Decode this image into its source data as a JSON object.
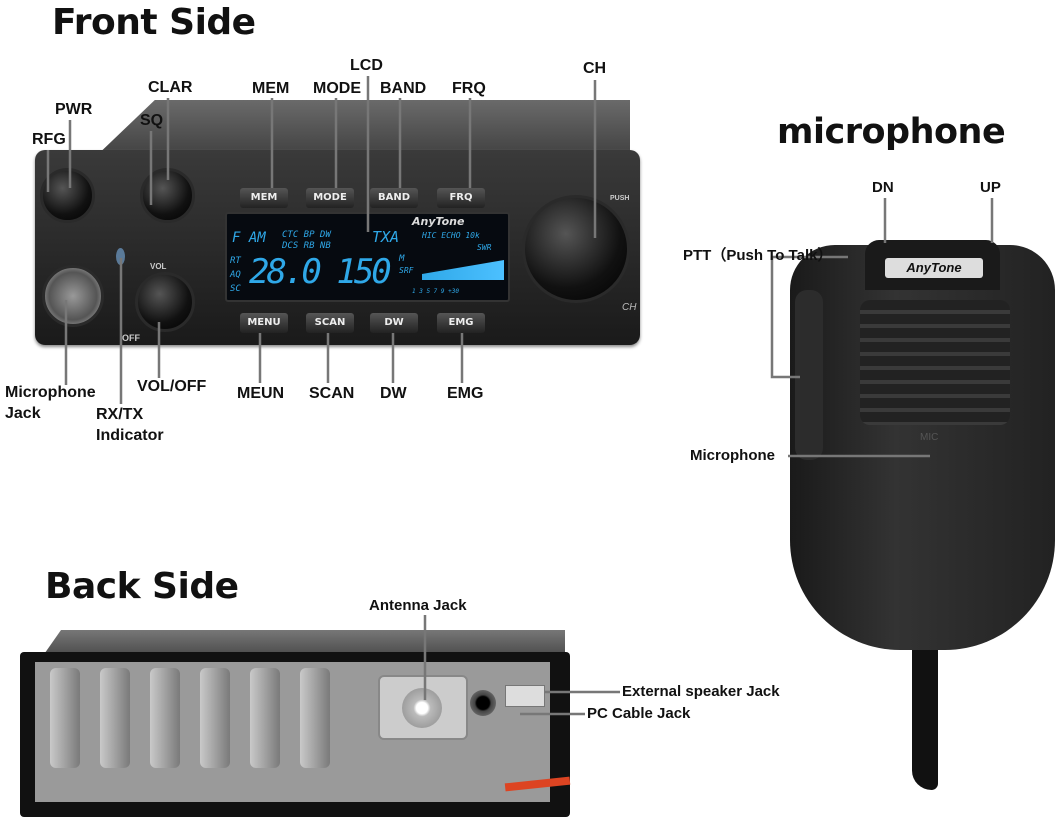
{
  "titles": {
    "front": "Front Side",
    "microphone": "microphone",
    "back": "Back Side"
  },
  "front_labels": {
    "pwr": "PWR",
    "rfg": "RFG",
    "clar": "CLAR",
    "sq": "SQ",
    "mem": "MEM",
    "mode": "MODE",
    "lcd": "LCD",
    "band": "BAND",
    "frq": "FRQ",
    "ch": "CH",
    "mic_jack_1": "Microphone",
    "mic_jack_2": "Jack",
    "rxtx_1": "RX/TX",
    "rxtx_2": "Indicator",
    "vol_off": "VOL/OFF",
    "meun": "MEUN",
    "scan": "SCAN",
    "dw": "DW",
    "emg": "EMG"
  },
  "radio_buttons": {
    "top": [
      "MEM",
      "MODE",
      "BAND",
      "FRQ"
    ],
    "bottom": [
      "MENU",
      "SCAN",
      "DW",
      "EMG"
    ]
  },
  "radio_markings": {
    "brand": "AnyTone",
    "ch": "CH",
    "push": "PUSH",
    "vol": "VOL",
    "off": "OFF"
  },
  "lcd": {
    "mode": "F AM",
    "ctc": "CTC BP DW",
    "dcs": "DCS RB NB",
    "tx": "TXA",
    "hic": "HIC ECHO 10k",
    "swr": "SWR",
    "side": "RT AQ SC",
    "frequency": "28.0 150",
    "m": "M",
    "srf": "SRF",
    "scale": "1 3 5 7 9 +30"
  },
  "mic_labels": {
    "dn": "DN",
    "up": "UP",
    "ptt": "PTT（Push To Talk）",
    "microphone": "Microphone",
    "brand": "AnyTone",
    "mic_mark": "MIC"
  },
  "back_labels": {
    "antenna": "Antenna Jack",
    "ext_speaker": "External speaker Jack",
    "pc_cable": "PC Cable Jack"
  },
  "colors": {
    "lcd": "#2fa8e8",
    "leader": "#777777"
  }
}
